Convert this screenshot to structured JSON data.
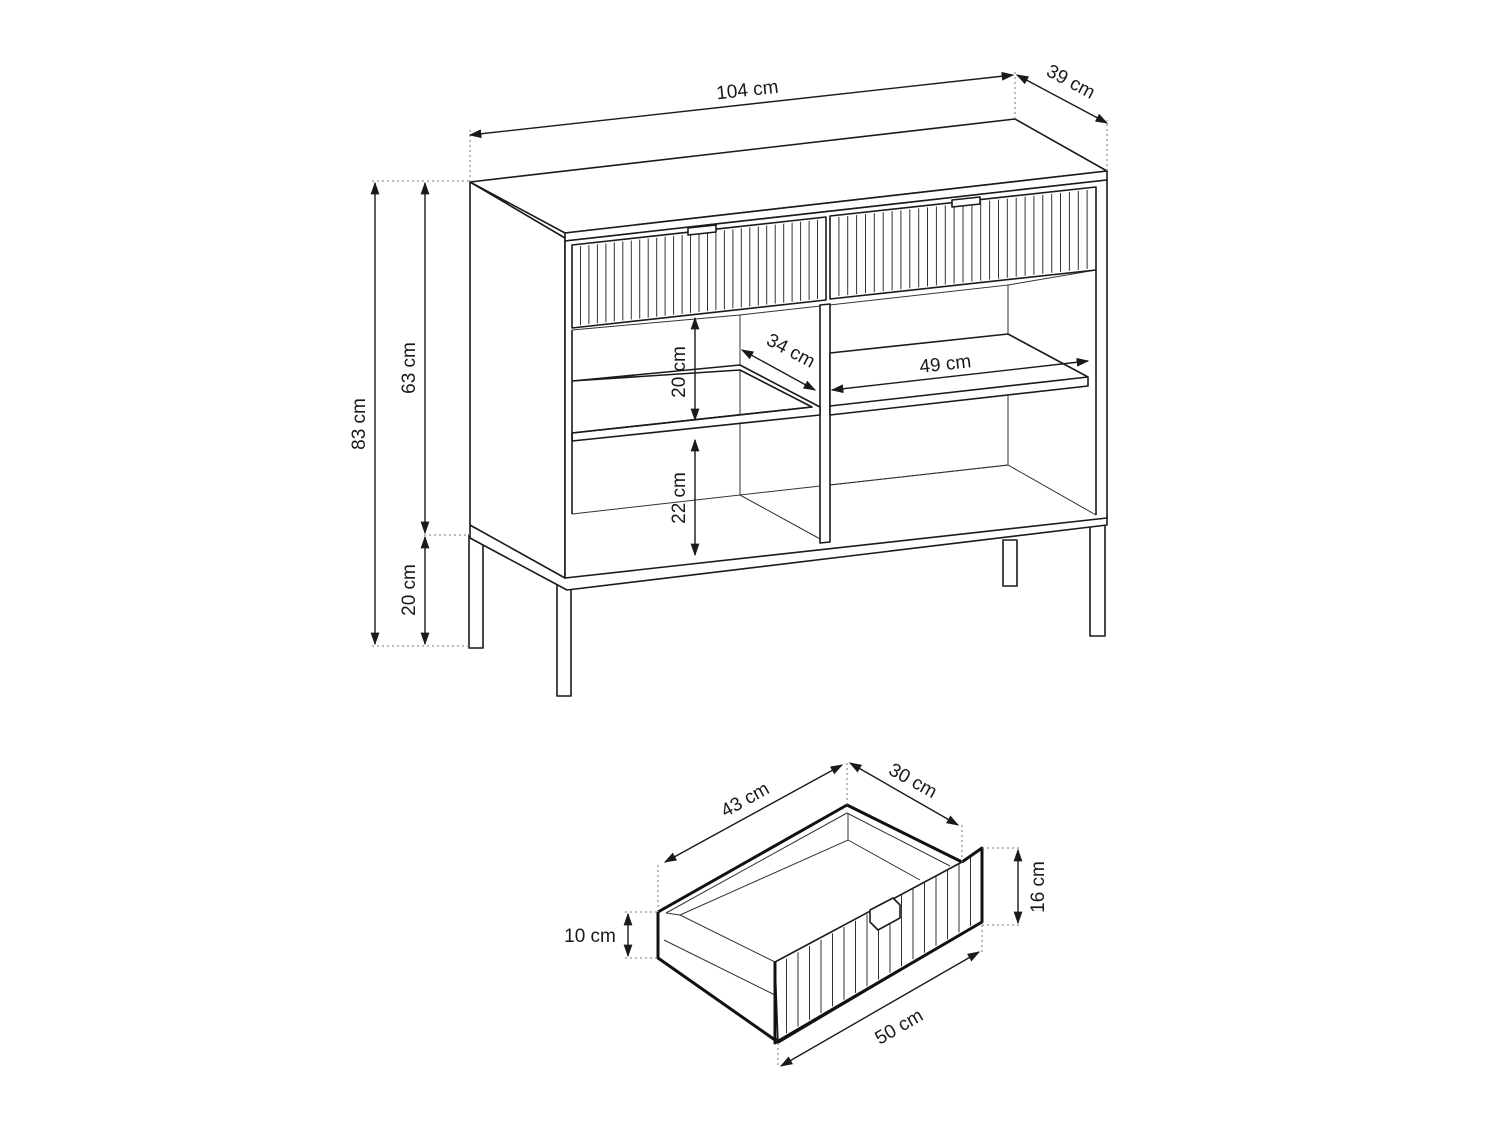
{
  "colors": {
    "line": "#1a1a1a",
    "background": "#ffffff",
    "guide": "#777777"
  },
  "sideboard": {
    "width": "104 cm",
    "depth": "39 cm",
    "total_height": "83 cm",
    "body_height": "63 cm",
    "leg_height": "20 cm",
    "shelf_upper_height": "20 cm",
    "shelf_lower_height": "22 cm",
    "shelf_depth": "34 cm",
    "shelf_width": "49 cm"
  },
  "drawer": {
    "inner_length": "43 cm",
    "depth": "30 cm",
    "front_height": "16 cm",
    "side_height": "10 cm",
    "front_width": "50 cm"
  }
}
